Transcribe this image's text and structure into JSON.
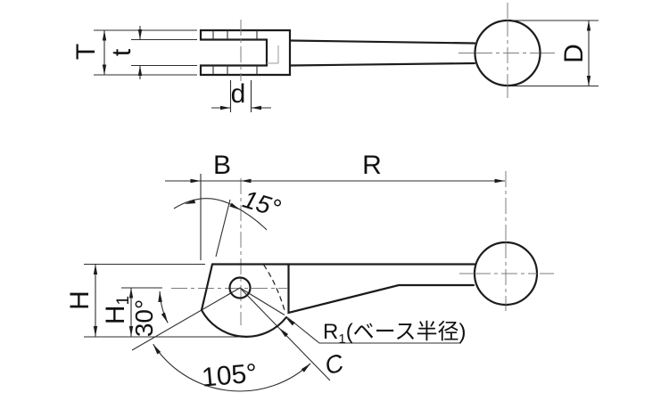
{
  "page": {
    "background": "#ffffff"
  },
  "drawing": {
    "stroke_color": "#1c1c1c",
    "thin_line_color": "#2e2e2e",
    "centerline_color": "#7d7d7d",
    "top_view": {
      "labels": {
        "clevis_outer_width": "T",
        "clevis_slot_width": "t",
        "pivot_hole_diameter": "d",
        "ball_diameter": "D"
      }
    },
    "front_view": {
      "labels": {
        "base_offset": "B",
        "lever_length": "R",
        "tilt_angle": "15°",
        "base_height": "H",
        "center_height_main": "H",
        "center_height_sub": "1",
        "angle_left": "30°",
        "angle_bottom": "105°",
        "base_radius_main": "R",
        "base_radius_sub": "1",
        "base_radius_note": "(ベース半径)",
        "chamfer": "C"
      }
    }
  }
}
